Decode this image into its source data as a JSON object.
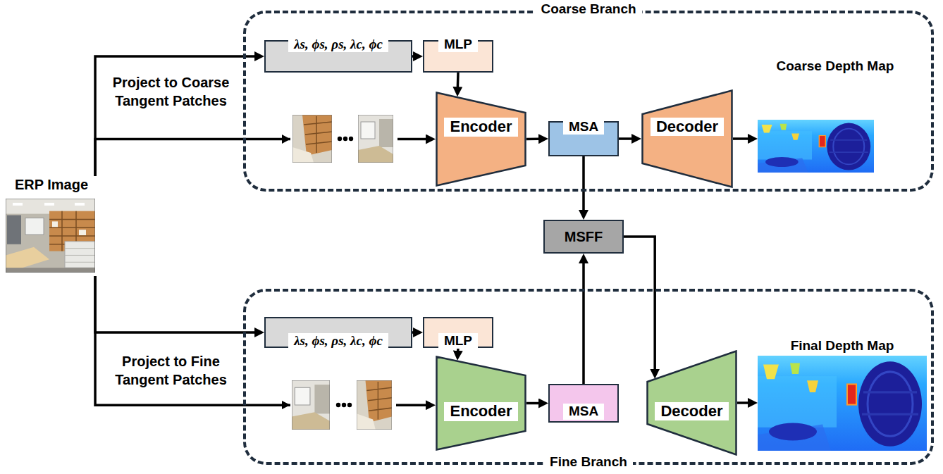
{
  "diagram": {
    "nodes": [
      {
        "text": [
          "Coarse Branch"
        ]
      },
      {
        "text": [
          "λs, ϕs, ρs, λc, ϕc"
        ],
        "in": 0
      },
      {
        "text": [
          "MLP"
        ],
        "in": 0
      },
      {
        "text": [
          "Encoder"
        ],
        "in": 0
      },
      {
        "text": [
          "MSA"
        ],
        "in": 0
      },
      {
        "text": [
          "Decoder"
        ],
        "in": 0
      },
      {
        "text": [
          "Coarse Depth Map"
        ],
        "in": 0
      },
      {
        "text": [
          "ERP Image"
        ]
      },
      {
        "text": [
          "MSFF"
        ]
      },
      {
        "text": [
          "Fine Branch"
        ]
      },
      {
        "text": [
          "λs, ϕs, ρs, λc, ϕc"
        ],
        "in": 9
      },
      {
        "text": [
          "MLP"
        ],
        "in": 9
      },
      {
        "text": [
          "Encoder"
        ],
        "in": 9
      },
      {
        "text": [
          "MSA"
        ],
        "in": 9
      },
      {
        "text": [
          "Decoder"
        ],
        "in": 9
      },
      {
        "text": [
          "Final Depth Map"
        ],
        "in": 9
      }
    ],
    "edges": [
      {
        "from": 7,
        "to": 1,
        "arrow": "to"
      },
      {
        "from": 7,
        "to": 3,
        "arrow": "to",
        "label": "Project to Coarse Tangent Patches"
      },
      {
        "from": 1,
        "to": 2,
        "arrow": "to"
      },
      {
        "from": 2,
        "to": 3,
        "arrow": "to"
      },
      {
        "from": 3,
        "to": 4,
        "arrow": "to"
      },
      {
        "from": 4,
        "to": 5,
        "arrow": "to"
      },
      {
        "from": 5,
        "to": 6,
        "arrow": "to"
      },
      {
        "from": 4,
        "to": 8,
        "arrow": "to"
      },
      {
        "from": 7,
        "to": 10,
        "arrow": "to"
      },
      {
        "from": 7,
        "to": 12,
        "arrow": "to",
        "label": "Project to Fine Tangent Patches"
      },
      {
        "from": 10,
        "to": 11,
        "arrow": "to"
      },
      {
        "from": 11,
        "to": 12,
        "arrow": "to"
      },
      {
        "from": 12,
        "to": 13,
        "arrow": "to"
      },
      {
        "from": 13,
        "to": 8,
        "arrow": "to"
      },
      {
        "from": 8,
        "to": 14,
        "arrow": "to"
      },
      {
        "from": 14,
        "to": 15,
        "arrow": "to"
      }
    ]
  }
}
